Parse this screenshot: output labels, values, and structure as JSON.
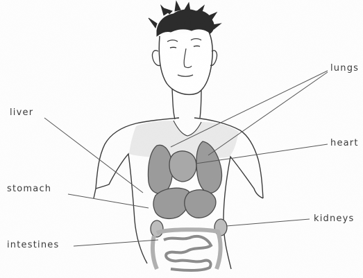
{
  "labels": {
    "lungs": "lungs",
    "liver": "liver",
    "heart": "heart",
    "stomach": "stomach",
    "kidneys": "kidneys",
    "intestines": "intestines"
  },
  "colors": {
    "ink": "#3a3a3a",
    "organ_fill": "#9b9b9b",
    "body_shade": "#e9e9e9",
    "leader_line": "#555555",
    "hair": "#2b2b2b"
  }
}
